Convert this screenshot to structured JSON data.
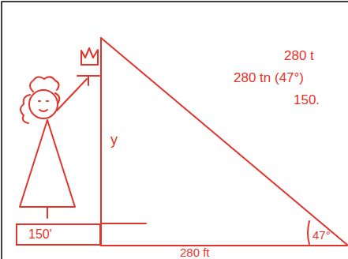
{
  "diagram": {
    "nodes": [
      {
        "text": [
          "150'"
        ]
      }
    ],
    "labels": [
      "y",
      "47°",
      "280 ft",
      "280 t",
      "280 tn (47°)",
      "150."
    ]
  }
}
